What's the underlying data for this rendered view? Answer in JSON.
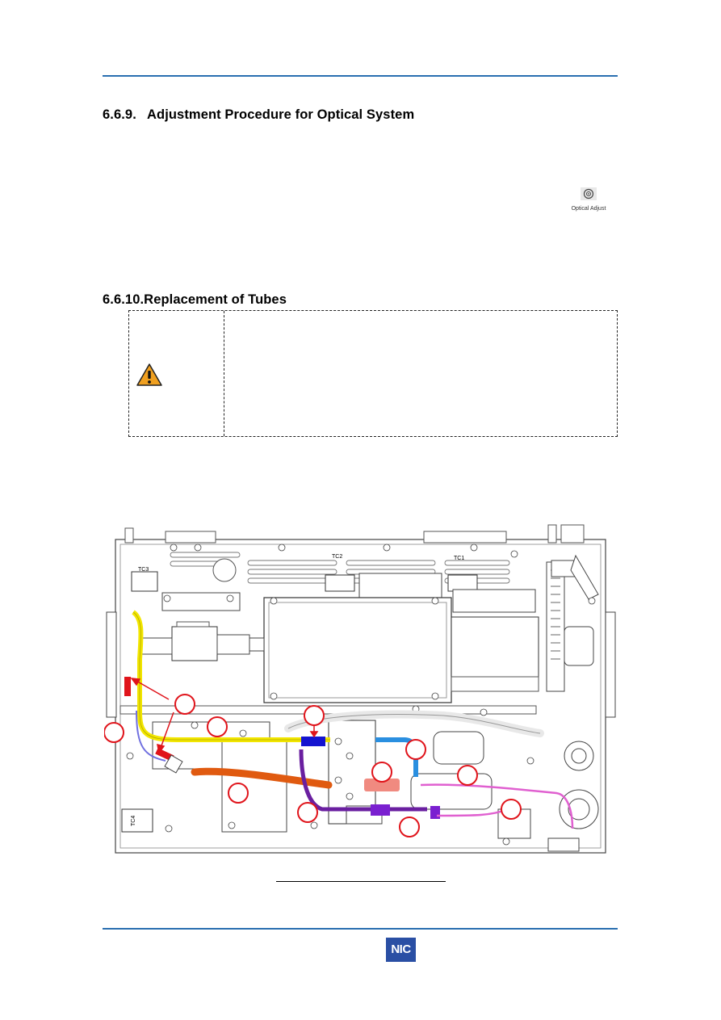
{
  "section_1": {
    "number": "6.6.9.",
    "title": "Adjustment Procedure for Optical System"
  },
  "optical_adjust_button": {
    "label": "Optical Adjust"
  },
  "section_2": {
    "number": "6.6.10.",
    "title": "Replacement of Tubes"
  },
  "figure": {
    "labels": {
      "tc3": "TC3",
      "tc2": "TC2",
      "tc1": "TC1",
      "tc4": "TC4"
    }
  },
  "footer": {
    "logo": "NIC"
  },
  "colors": {
    "rule": "#2a6fb0",
    "logo_bg": "#2a4fa4",
    "callout": "#e0141b",
    "tube_yellow": "#f2e600",
    "tube_orange": "#e05a10",
    "tube_blue": "#2a8fe0",
    "tube_purple": "#6a1fa0",
    "tube_pink": "#e060d0",
    "tube_salmon": "#f08a80"
  }
}
